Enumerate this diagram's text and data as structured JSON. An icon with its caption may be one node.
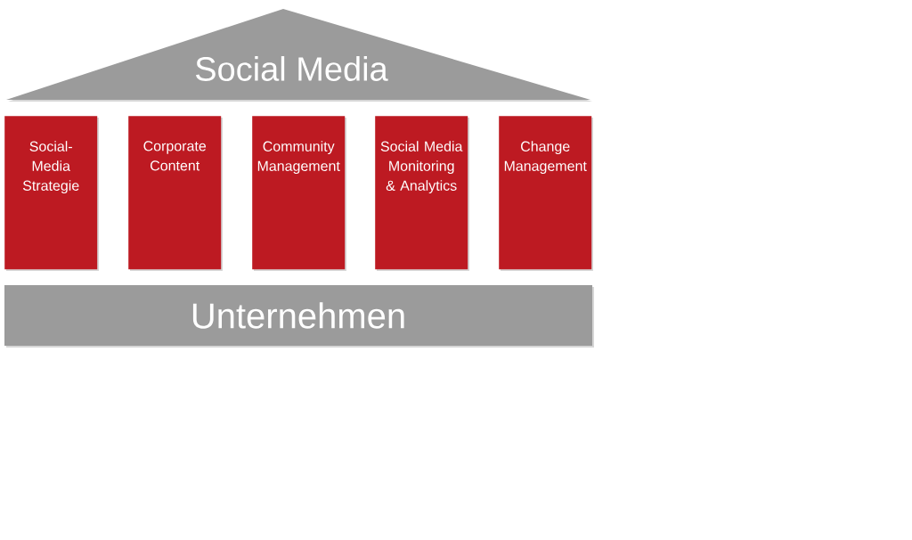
{
  "diagram": {
    "nodes": [
      {
        "text": [
          "Social Media"
        ]
      },
      {
        "text": [
          "Social-Media Strategie"
        ]
      },
      {
        "text": [
          "Corporate Content"
        ]
      },
      {
        "text": [
          "Community Management"
        ]
      },
      {
        "text": [
          "Social Media Monitoring & Analytics"
        ]
      },
      {
        "text": [
          "Change Management"
        ]
      },
      {
        "text": [
          "Unternehmen"
        ]
      }
    ]
  }
}
